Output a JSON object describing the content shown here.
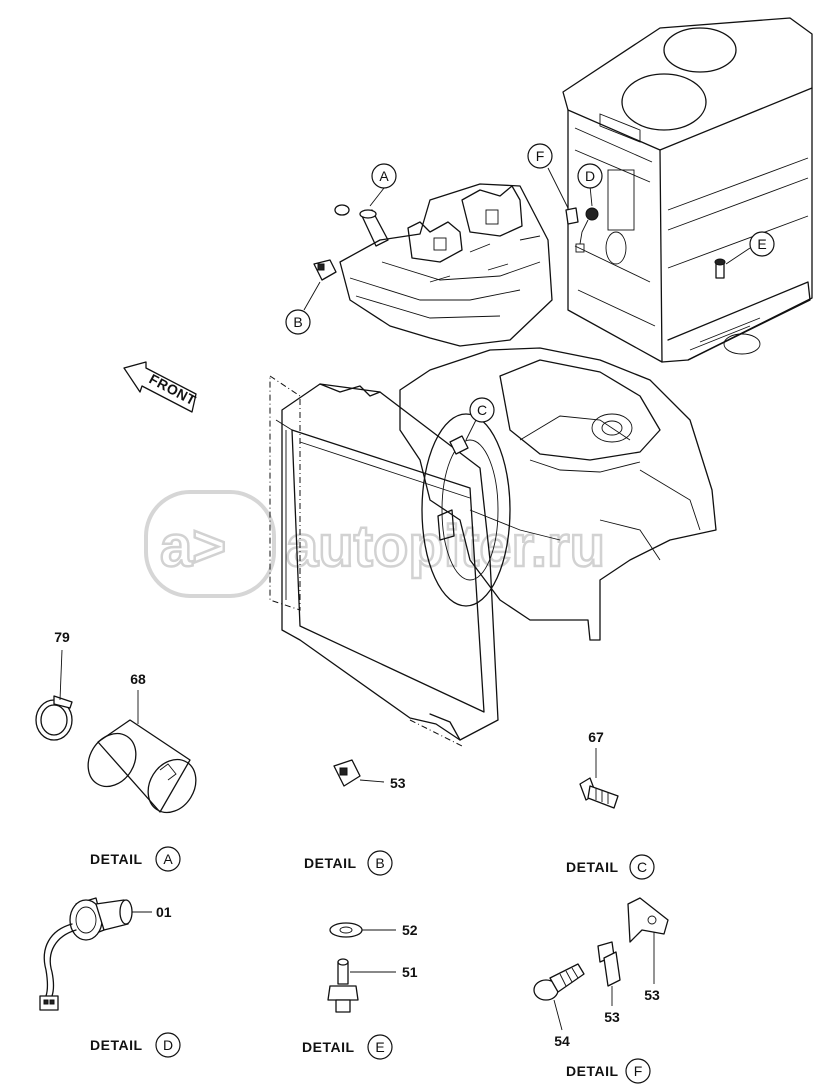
{
  "watermark": {
    "icon_text": "a>",
    "text": "autopiter.ru"
  },
  "direction_label": "FRONT",
  "callouts": [
    {
      "id": "a",
      "letter": "A"
    },
    {
      "id": "b",
      "letter": "B"
    },
    {
      "id": "c",
      "letter": "C"
    },
    {
      "id": "d",
      "letter": "D"
    },
    {
      "id": "e",
      "letter": "E"
    },
    {
      "id": "f",
      "letter": "F"
    }
  ],
  "details": [
    {
      "id": "a",
      "label": "DETAIL",
      "letter": "A",
      "parts": [
        "79",
        "68"
      ]
    },
    {
      "id": "b",
      "label": "DETAIL",
      "letter": "B",
      "parts": [
        "53"
      ]
    },
    {
      "id": "c",
      "label": "DETAIL",
      "letter": "C",
      "parts": [
        "67"
      ]
    },
    {
      "id": "d",
      "label": "DETAIL",
      "letter": "D",
      "parts": [
        "01"
      ]
    },
    {
      "id": "e",
      "label": "DETAIL",
      "letter": "E",
      "parts": [
        "52",
        "51"
      ]
    },
    {
      "id": "f",
      "label": "DETAIL",
      "letter": "F",
      "parts": [
        "53",
        "53",
        "54"
      ]
    }
  ]
}
